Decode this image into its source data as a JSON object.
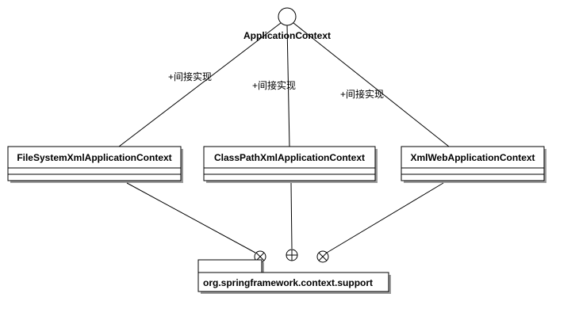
{
  "interface": {
    "name": "ApplicationContext"
  },
  "relation_label": "+间接实现",
  "classes": [
    {
      "name": "FileSystemXmlApplicationContext"
    },
    {
      "name": "ClassPathXmlApplicationContext"
    },
    {
      "name": "XmlWebApplicationContext"
    }
  ],
  "package": {
    "name": "org.springframework.context.support"
  },
  "colors": {
    "stroke": "#000000",
    "shadow": "#9a9a9a",
    "fill": "#ffffff"
  }
}
